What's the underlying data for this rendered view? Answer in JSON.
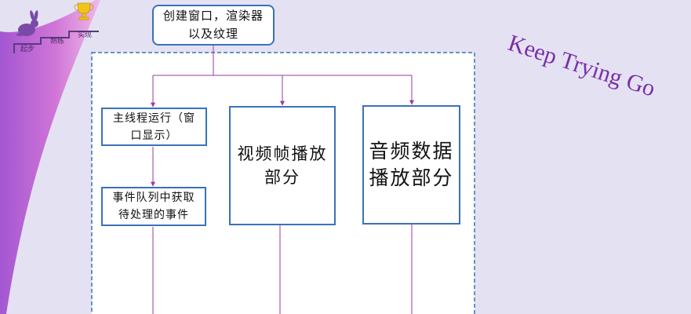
{
  "boxes": {
    "top": "创建窗口，渲染器\n以及纹理",
    "main_thread": "主线程运行（窗\n口显示）",
    "event_queue": "事件队列中获取\n待处理的事件",
    "video": "视频帧播放\n部分",
    "audio": "音频数据\n播放部分"
  },
  "logo": {
    "step1": "起步",
    "step2": "熟练",
    "step3": "实现"
  },
  "watermark": "Keep Trying Go",
  "colors": {
    "background": "#e4e2f2",
    "box_border": "#3a72b8",
    "connector": "#9a3aa0",
    "dashed_frame": "#3a72b8",
    "watermark": "#7a2ea8"
  },
  "icons": [
    "rabbit-icon",
    "trophy-icon",
    "cursor-icon"
  ]
}
